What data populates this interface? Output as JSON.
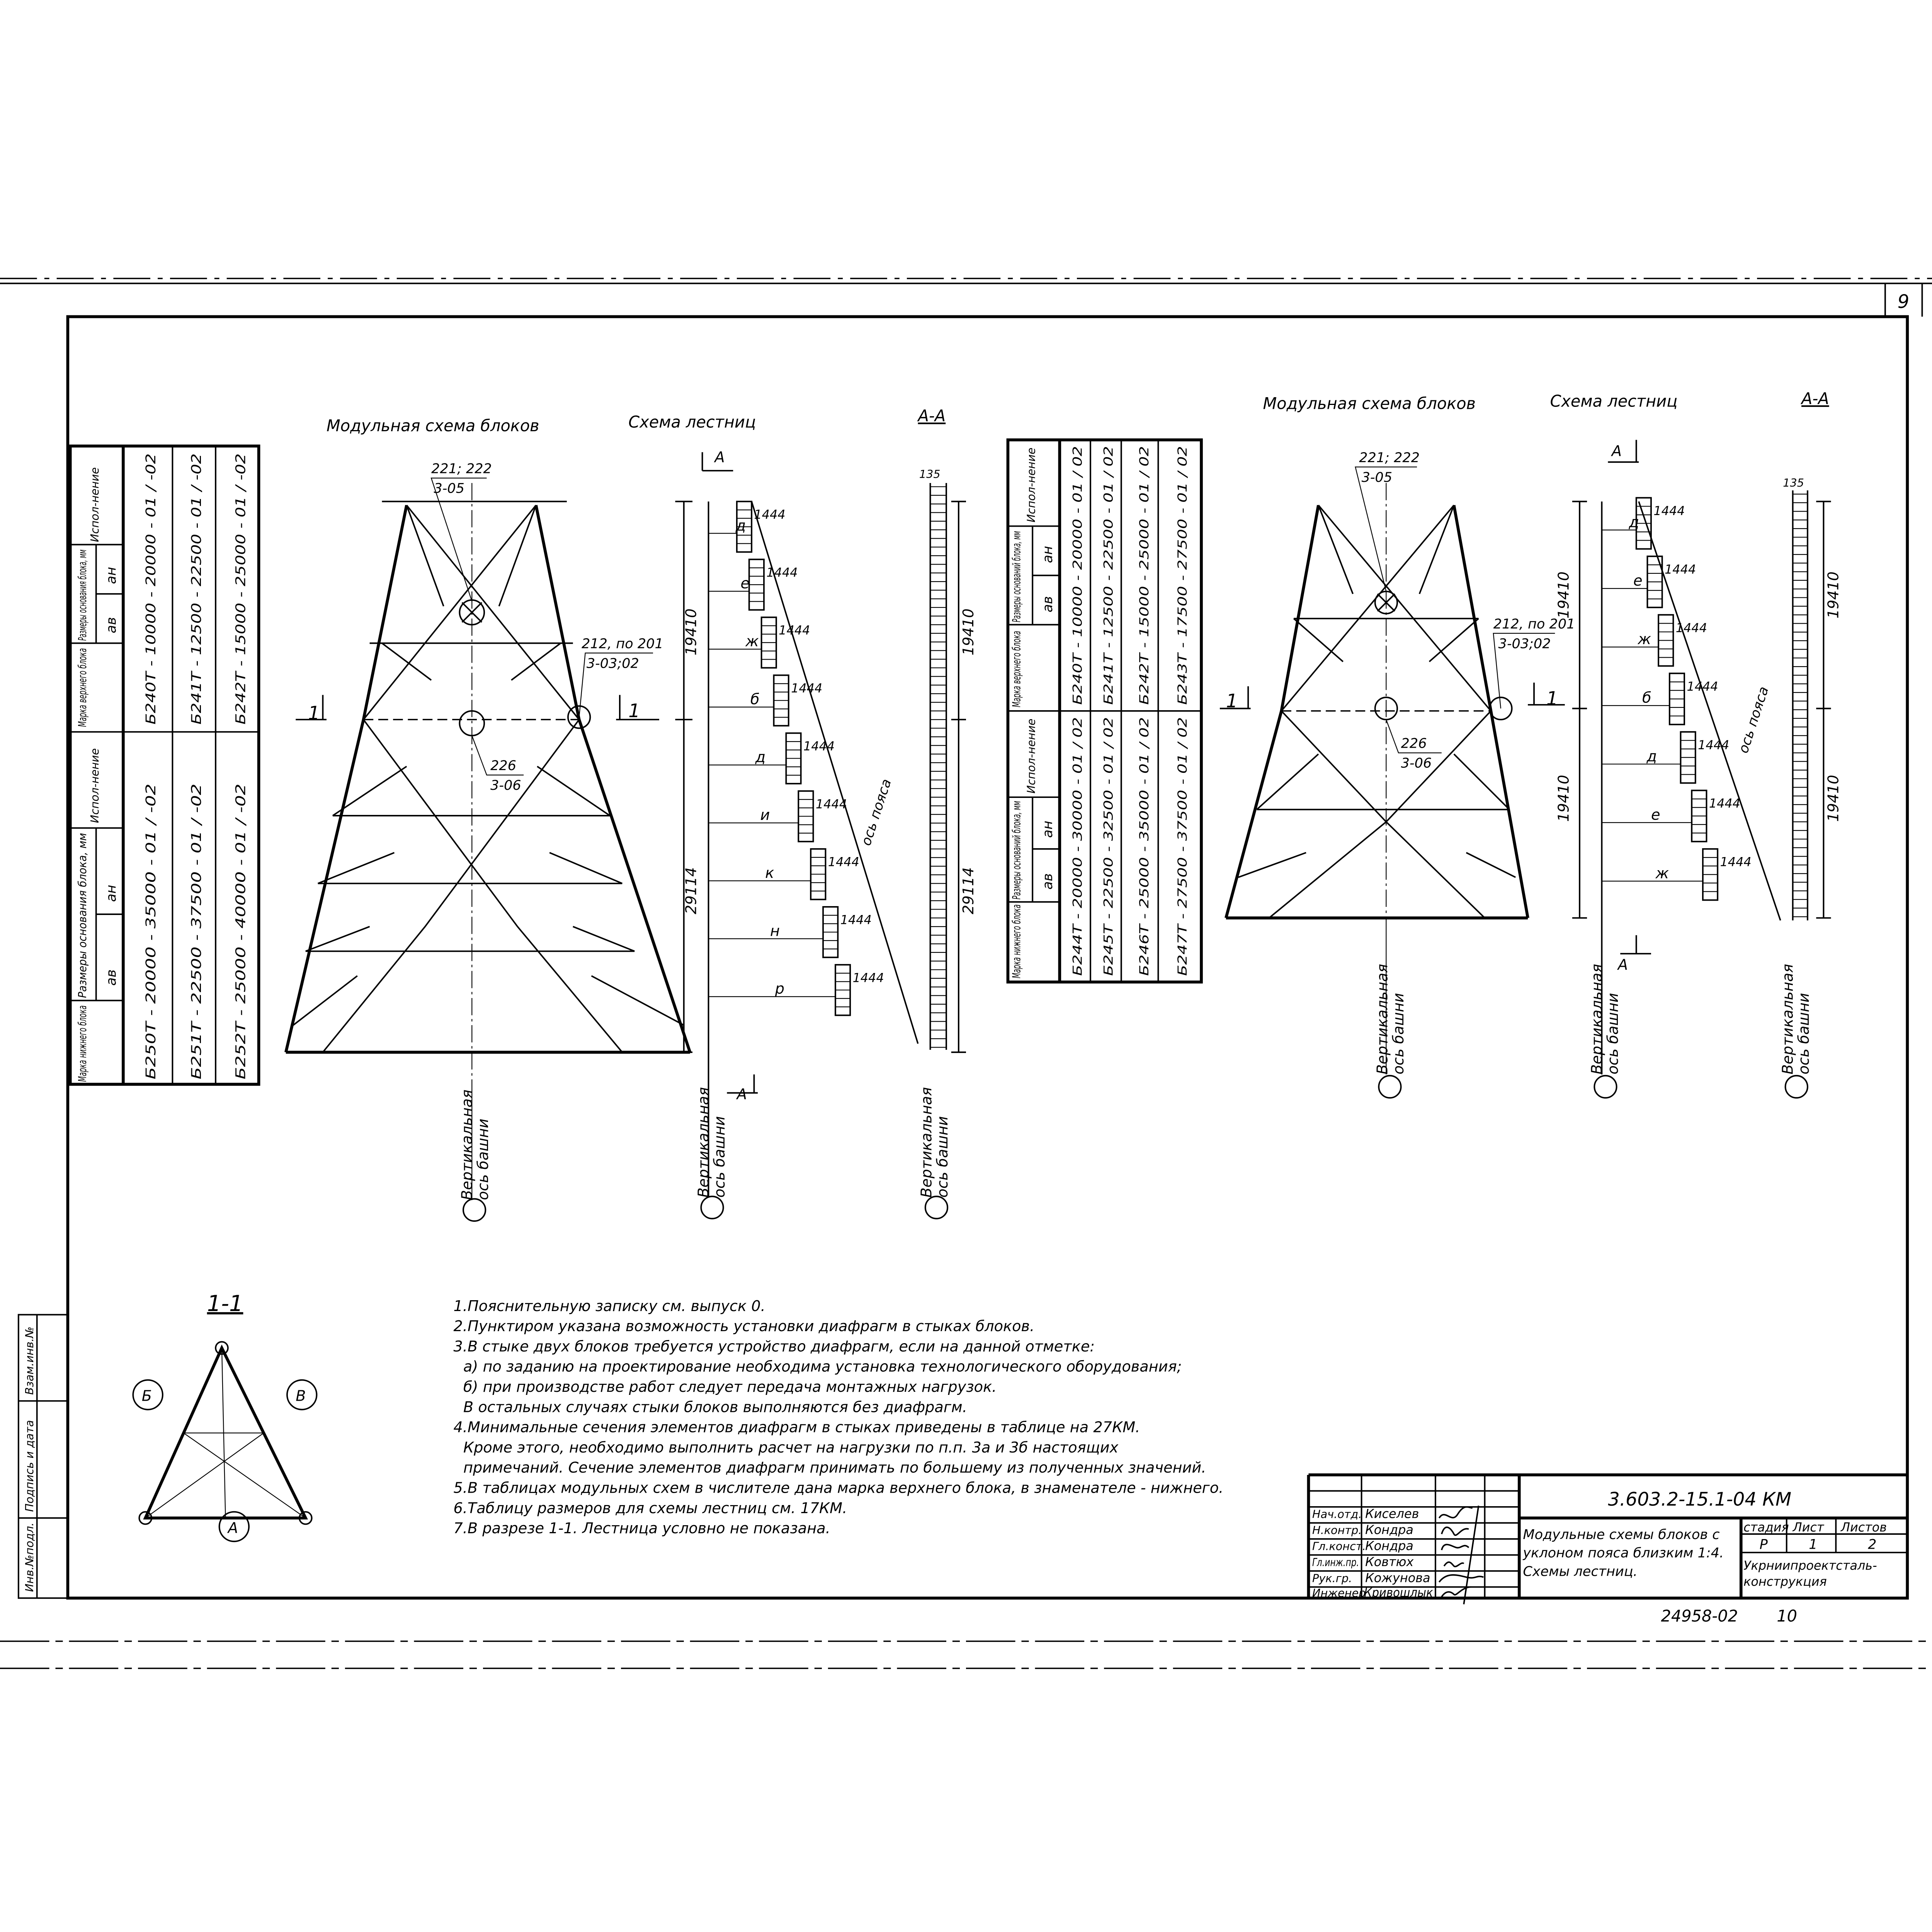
{
  "sheet_number": "9",
  "left_side": {
    "title_blocks": "Модульная схема блоков",
    "title_stairs": "Схема лестниц",
    "title_section": "А-А",
    "table": {
      "upper_headers": {
        "mark": "Марка верхнего блока",
        "sizes": "Размеры основания блока, мм",
        "a_top": "ав",
        "a_bottom": "ан",
        "variant": "Испол-нение"
      },
      "lower_headers": {
        "mark": "Марка нижнего блока",
        "sizes": "Размеры основания блока, мм",
        "a_top": "ав",
        "a_bottom": "ан",
        "variant": "Испол-нение"
      },
      "upper_rows": [
        "Б240Т - 10000 - 20000 - 01 / -02",
        "Б241Т - 12500 - 22500 - 01 / -02",
        "Б242Т - 15000 - 25000 - 01 / -02"
      ],
      "lower_rows": [
        "Б250Т - 20000 - 35000 - 01 / -02",
        "Б251Т - 22500 - 37500 - 01 / -02",
        "Б252Т - 25000 - 40000 - 01 / -02"
      ]
    },
    "tower": {
      "node_top": "221; 222",
      "node_top_ref": "3-05",
      "node_side": "212, по 201",
      "node_side_ref": "3-03;02",
      "node_center": "226",
      "node_center_ref": "3-06",
      "section_mark": "1",
      "dim_upper": "19410",
      "dim_lower": "29114",
      "axis_label_1": "Вертикальная",
      "axis_label_2": "ось башни"
    },
    "stairs": {
      "section_letter": "А",
      "landings": [
        "д",
        "е",
        "ж",
        "б",
        "д",
        "и",
        "к",
        "н",
        "р"
      ],
      "step": "1444",
      "belt_axis": "ось пояса",
      "axis_label_1": "Вертикальная",
      "axis_label_2": "ось башни"
    },
    "section_aa": {
      "top": "135",
      "dim_upper": "19410",
      "dim_lower": "29114",
      "axis_label_1": "Вертикальная",
      "axis_label_2": "ось башни"
    }
  },
  "right_side": {
    "title_blocks": "Модульная схема блоков",
    "title_stairs": "Схема лестниц",
    "title_section": "А-А",
    "table": {
      "upper_headers": {
        "mark": "Марка верхнего блока",
        "sizes": "Размеры оснований блока, мм",
        "a_top": "ав",
        "a_bottom": "ан",
        "variant": "Испол-нение"
      },
      "lower_headers": {
        "mark": "Марка нижнего блока",
        "sizes": "Размеры оснований блока, мм",
        "a_top": "ав",
        "a_bottom": "ан",
        "variant": "Испол-нение"
      },
      "upper_rows": [
        "Б240Т - 10000 - 20000 - 01 / 02",
        "Б241Т - 12500 - 22500 - 01 / 02",
        "Б242Т - 15000 - 25000 - 01 / 02",
        "Б243Т - 17500 - 27500 - 01 / 02"
      ],
      "lower_rows": [
        "Б244Т - 20000 - 30000 - 01 / 02",
        "Б245Т - 22500 - 32500 - 01 / 02",
        "Б246Т - 25000 - 35000 - 01 / 02",
        "Б247Т - 27500 - 37500 - 01 / 02"
      ]
    },
    "tower": {
      "node_top": "221; 222",
      "node_top_ref": "3-05",
      "node_side": "212, по 201",
      "node_side_ref": "3-03;02",
      "node_center": "226",
      "node_center_ref": "3-06",
      "section_mark": "1",
      "dim_upper": "19410",
      "dim_lower": "19410",
      "axis_label_1": "Вертикальная",
      "axis_label_2": "ось башни"
    },
    "stairs": {
      "section_letter": "А",
      "landings": [
        "д",
        "е",
        "ж",
        "б",
        "д",
        "е",
        "ж"
      ],
      "step": "1444",
      "belt_axis": "ось пояса",
      "axis_label_1": "Вертикальная",
      "axis_label_2": "ось башни"
    },
    "section_aa": {
      "top": "135",
      "dim_upper": "19410",
      "dim_lower": "19410",
      "axis_label_1": "Вертикальная",
      "axis_label_2": "ось башни"
    }
  },
  "section_1_1": {
    "title": "1-1",
    "marks": [
      "Б",
      "В",
      "А"
    ]
  },
  "notes": [
    "1.Пояснительную записку см. выпуск 0.",
    "2.Пунктиром указана возможность установки диафрагм в стыках блоков.",
    "3.В стыке двух блоков требуется устройство диафрагм, если на данной отметке:",
    "а) по заданию на проектирование необходима установка технологического оборудования;",
    "б) при производстве работ следует передача монтажных нагрузок.",
    "В остальных случаях стыки блоков выполняются без диафрагм.",
    "4.Минимальные сечения элементов диафрагм в стыках приведены в таблице на 27КМ.",
    "Кроме этого, необходимо выполнить расчет на нагрузки по п.п. 3а и 3б настоящих",
    "примечаний. Сечение элементов диафрагм принимать по большему из полученных значений.",
    "5.В таблицах модульных схем в числителе дана марка верхнего блока, в знаменателе - нижнего.",
    "6.Таблицу размеров для схемы лестниц см. 17КМ.",
    "7.В разрезе 1-1. Лестница условно не показана."
  ],
  "stamp": {
    "labels": [
      "Инв.№подл.",
      "Подпись и дата",
      "Взам.инв.№"
    ]
  },
  "title_block": {
    "code": "3.603.2-15.1-04 КМ",
    "roles": [
      "Нач.отд.",
      "Н.контр.",
      "Гл.конст.",
      "Гл.инж.пр.",
      "Рук.гр.",
      "Инженер"
    ],
    "names": [
      "Киселев",
      "Кондра",
      "Кондра",
      "Ковтюх",
      "Кожунова",
      "Кривошлык"
    ],
    "title_1": "Модульные схемы блоков с",
    "title_2": "уклоном пояса близким 1:4.",
    "title_3": "Схемы лестниц.",
    "stage_label": "стадия",
    "sheet_label": "Лист",
    "sheets_label": "Листов",
    "stage": "Р",
    "sheet": "1",
    "sheets": "2",
    "org_1": "Укрниипроектсталь-",
    "org_2": "конструкция"
  },
  "archive_number": "24958-02",
  "archive_page": "10"
}
